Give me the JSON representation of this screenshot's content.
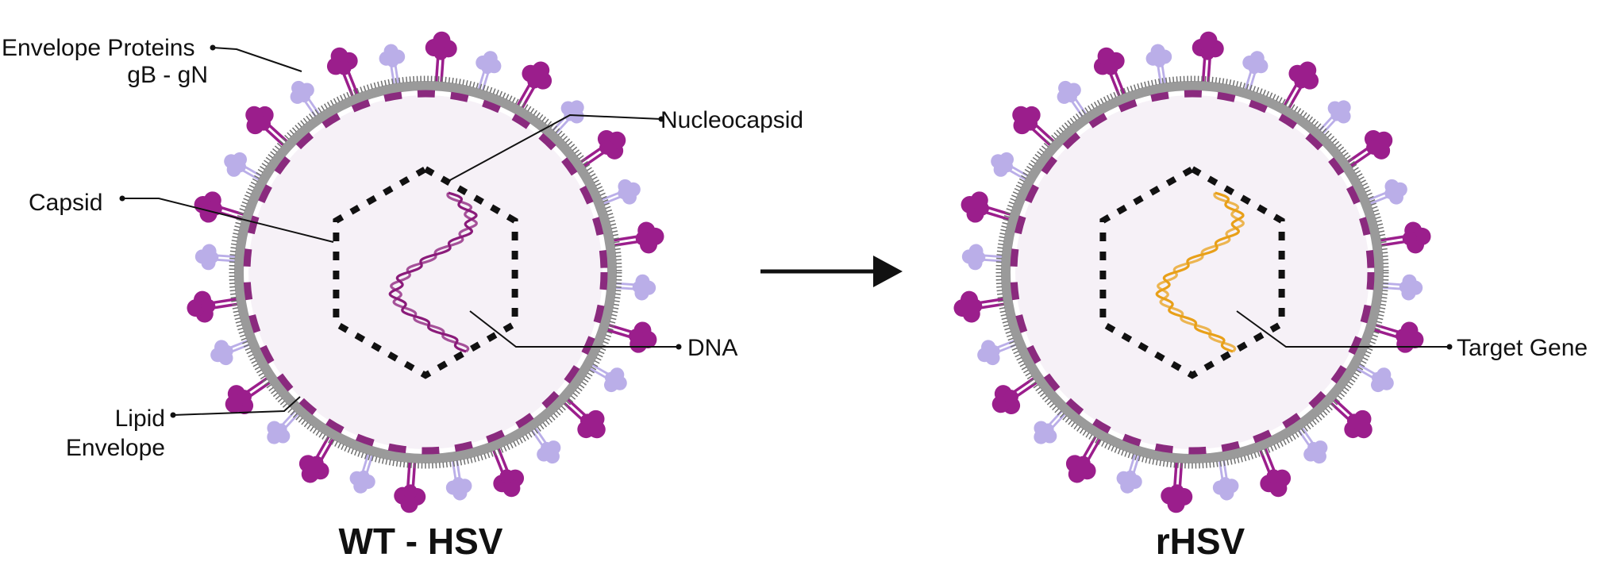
{
  "labels": {
    "envelope_proteins_1": "Envelope Proteins",
    "envelope_proteins_2": "gB - gN",
    "nucleocapsid": "Nucleocapsid",
    "capsid": "Capsid",
    "dna": "DNA",
    "lipid_1": "Lipid",
    "lipid_2": "Envelope",
    "target_gene": "Target Gene"
  },
  "titles": {
    "wild_type": "WT - HSV",
    "recombinant": "rHSV"
  },
  "colors": {
    "glycoprotein_dark": "#9b1e8c",
    "glycoprotein_light": "#b3a6e6",
    "membrane": "#9a9a9a",
    "membrane_dash": "#8a2a7e",
    "interior": "#f6f1f7",
    "wt_dna": "#8a1b7a",
    "target_gene": "#e8a019",
    "capsid_outline": "#111111"
  },
  "icons": {
    "arrow": "right-arrow-icon",
    "glycoprotein": "glycoprotein-spike-icon",
    "dna": "dna-helix-icon"
  }
}
